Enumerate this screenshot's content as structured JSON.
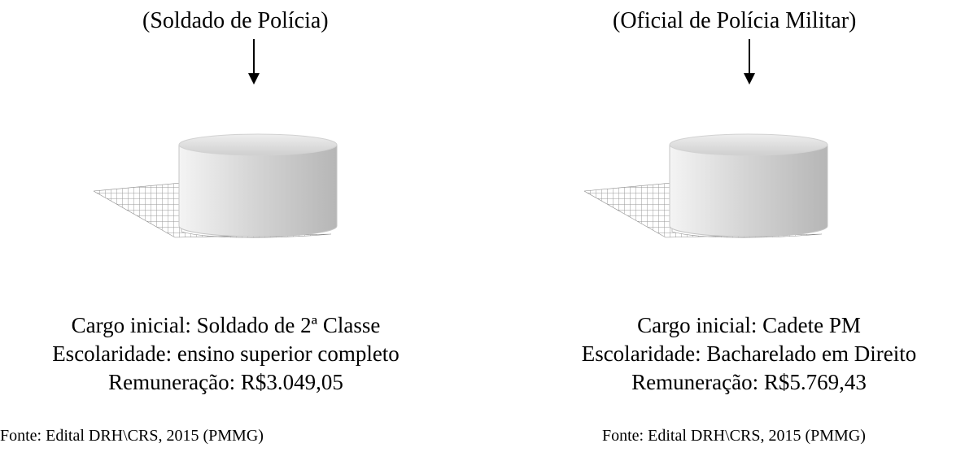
{
  "panels": [
    {
      "header": "(Soldado de Polícia)",
      "cargo": "Cargo inicial: Soldado de 2ª Classe",
      "escolaridade": "Escolaridade: ensino superior completo",
      "remuneracao": "Remuneração: R$3.049,05",
      "fonte": "Fonte: Edital DRH\\CRS, 2015 (PMMG)"
    },
    {
      "header": "(Oficial de Polícia Militar)",
      "cargo": "Cargo inicial: Cadete PM",
      "escolaridade": "Escolaridade: Bacharelado em Direito",
      "remuneracao": "Remuneração: R$5.769,43",
      "fonte": "Fonte: Edital DRH\\CRS, 2015 (PMMG)"
    }
  ],
  "colors": {
    "cylinder_light": "#f4f4f4",
    "cylinder_dark": "#b6b6b6",
    "shadow_grid": "#9a9a9a"
  }
}
